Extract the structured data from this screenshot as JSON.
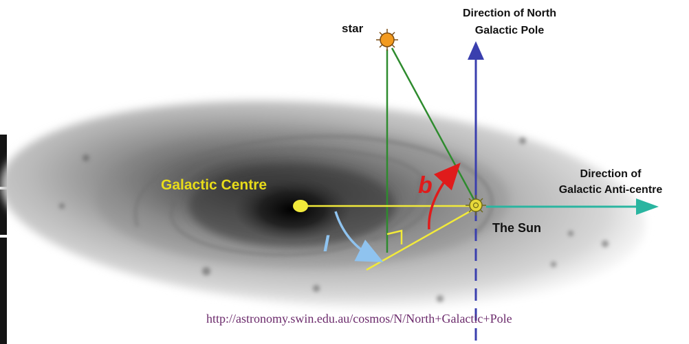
{
  "labels": {
    "star": "star",
    "north_pole": [
      "Direction of North",
      "Galactic Pole"
    ],
    "anticentre": [
      "Direction of",
      "Galactic Anti-centre"
    ],
    "galactic_centre": "Galactic Centre",
    "sun": "The Sun",
    "longitude": "l",
    "latitude": "b"
  },
  "source_url": "http://astronomy.swin.edu.au/cosmos/N/North+Galactic+Pole",
  "colors": {
    "galactic_plane_line": "#f2ea3a",
    "galactic_centre_text": "#e8dc1a",
    "sightline_to_star": "#2e8b2e",
    "north_pole_axis": "#3a3fae",
    "anticentre_arrow": "#2ab5a0",
    "latitude_arc": "#e01b1b",
    "longitude_arc": "#8fc3ef",
    "star_fill": "#f39a1e",
    "sun_fill": "#e7d83a",
    "url_text": "#6b2a6b"
  }
}
